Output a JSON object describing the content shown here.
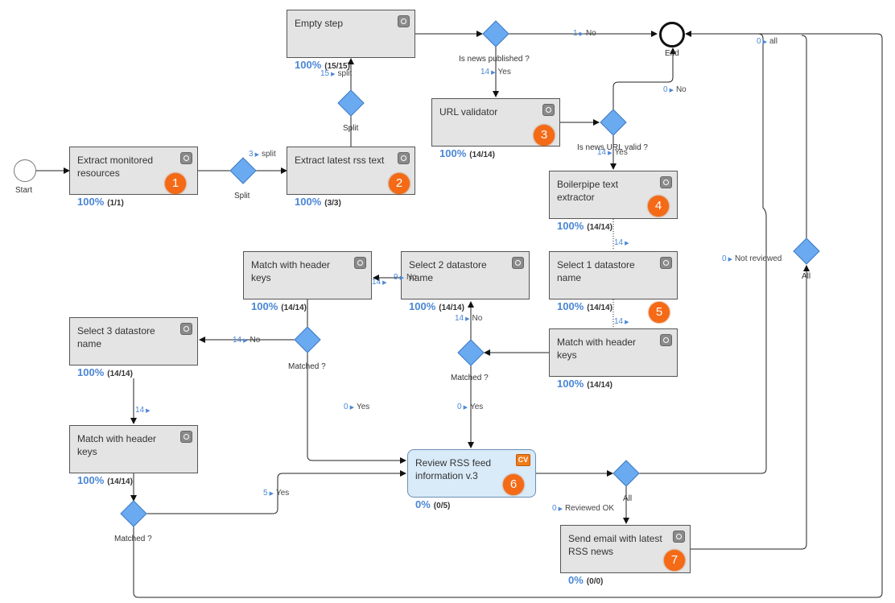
{
  "start_label": "Start",
  "end_label": "End",
  "steps": {
    "extract_monitored": {
      "label": "Extract monitored resources",
      "percent": "100%",
      "count": "(1/1)",
      "badge": "1"
    },
    "extract_rss": {
      "label": "Extract latest rss text",
      "percent": "100%",
      "count": "(3/3)",
      "badge": "2"
    },
    "empty_step": {
      "label": "Empty step",
      "percent": "100%",
      "count": "(15/15)"
    },
    "url_validator": {
      "label": "URL validator",
      "percent": "100%",
      "count": "(14/14)",
      "badge": "3"
    },
    "boilerpipe": {
      "label": "Boilerpipe text extractor",
      "percent": "100%",
      "count": "(14/14)",
      "badge": "4"
    },
    "select1": {
      "label": "Select 1 datastore name",
      "percent": "100%",
      "count": "(14/14)",
      "badge": "5"
    },
    "match_right": {
      "label": "Match with header keys",
      "percent": "100%",
      "count": "(14/14)"
    },
    "select2": {
      "label": "Select 2 datastore name",
      "percent": "100%",
      "count": "(14/14)"
    },
    "match_top": {
      "label": "Match with header keys",
      "percent": "100%",
      "count": "(14/14)"
    },
    "select3": {
      "label": "Select 3 datastore name",
      "percent": "100%",
      "count": "(14/14)"
    },
    "match_left": {
      "label": "Match with header keys",
      "percent": "100%",
      "count": "(14/14)"
    },
    "review": {
      "label": "Review RSS feed information v.3",
      "percent": "0%",
      "count": "(0/5)",
      "badge": "6",
      "type_badge": "CV"
    },
    "send_email": {
      "label": "Send email with latest RSS news",
      "percent": "0%",
      "count": "(0/0)",
      "badge": "7"
    }
  },
  "gateways": {
    "split1": "Split",
    "split2": "Split",
    "news_published": "Is news published ?",
    "url_valid": "Is news URL valid ?",
    "matched_left": "Matched ?",
    "matched_mid": "Matched ?",
    "matched_right": "Matched ?",
    "all_review": "All",
    "all_right": "All"
  },
  "edges": {
    "split1_out": {
      "count": "3",
      "text": "split"
    },
    "split2_out": {
      "count": "15",
      "text": "split"
    },
    "published_no": {
      "count": "1",
      "text": "No"
    },
    "published_yes": {
      "count": "14",
      "text": "Yes"
    },
    "url_no": {
      "count": "0",
      "text": "No"
    },
    "url_yes": {
      "count": "14",
      "text": "Yes"
    },
    "boiler_to_select1": {
      "count": "14",
      "text": ""
    },
    "select1_to_match": {
      "count": "14",
      "text": ""
    },
    "mid_no": {
      "count": "14",
      "text": "No"
    },
    "mid_yes": {
      "count": "0",
      "text": "Yes"
    },
    "sel2_to_match": {
      "count": "9",
      "text": "No"
    },
    "sel2_in": {
      "count": "14",
      "text": ""
    },
    "top_no": {
      "count": "14",
      "text": "No"
    },
    "top_yes": {
      "count": "0",
      "text": "Yes"
    },
    "sel3_to_match": {
      "count": "14",
      "text": ""
    },
    "left_yes": {
      "count": "5",
      "text": "Yes"
    },
    "reviewed_ok": {
      "count": "0",
      "text": "Reviewed OK"
    },
    "not_reviewed": {
      "count": "0",
      "text": "Not reviewed"
    },
    "all_end": {
      "count": "0",
      "text": "all"
    }
  },
  "colors": {
    "task_fill": "#e4e4e4",
    "human_task_fill": "#d9eaf8",
    "gateway_fill": "#6aaaf0",
    "badge_orange": "#f46a16",
    "percent_blue": "#4a86d6"
  }
}
